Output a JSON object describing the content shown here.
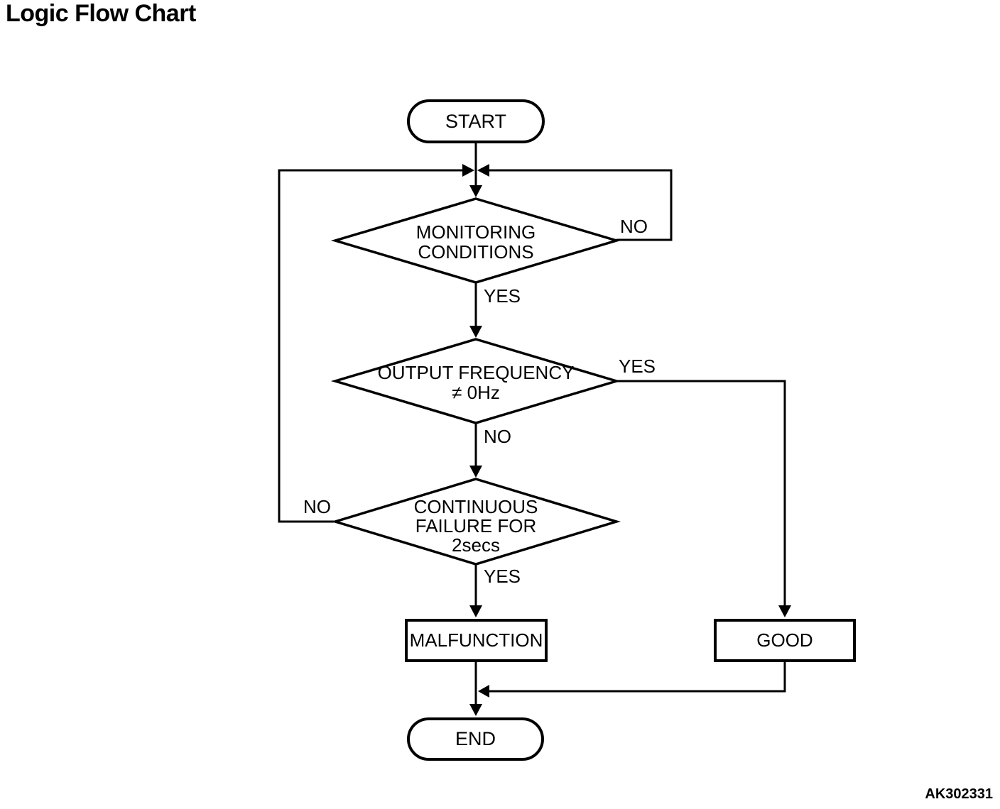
{
  "title": "Logic Flow Chart",
  "figure_code": "AK302331",
  "colors": {
    "line": "#000000",
    "background": "#ffffff",
    "text": "#000000"
  },
  "nodes": {
    "start": {
      "label": "START",
      "type": "terminal"
    },
    "monitoring_conditions": {
      "lines": [
        "MONITORING",
        "CONDITIONS"
      ],
      "type": "decision"
    },
    "output_frequency": {
      "lines": [
        "OUTPUT FREQUENCY",
        "≠ 0Hz"
      ],
      "type": "decision"
    },
    "continuous_failure": {
      "lines": [
        "CONTINUOUS",
        "FAILURE FOR",
        "2secs"
      ],
      "type": "decision"
    },
    "malfunction": {
      "label": "MALFUNCTION",
      "type": "process"
    },
    "good": {
      "label": "GOOD",
      "type": "process"
    },
    "end": {
      "label": "END",
      "type": "terminal"
    }
  },
  "edge_labels": {
    "monitoring_no": "NO",
    "monitoring_yes": "YES",
    "output_frequency_yes": "YES",
    "output_frequency_no": "NO",
    "continuous_failure_no": "NO",
    "continuous_failure_yes": "YES"
  },
  "connections": [
    {
      "from": "START",
      "to": "MONITORING CONDITIONS",
      "label": ""
    },
    {
      "from": "MONITORING CONDITIONS",
      "to": "loop back to junction above MONITORING CONDITIONS",
      "label": "NO"
    },
    {
      "from": "MONITORING CONDITIONS",
      "to": "OUTPUT FREQUENCY ≠ 0Hz",
      "label": "YES"
    },
    {
      "from": "OUTPUT FREQUENCY ≠ 0Hz",
      "to": "GOOD",
      "label": "YES"
    },
    {
      "from": "OUTPUT FREQUENCY ≠ 0Hz",
      "to": "CONTINUOUS FAILURE FOR 2secs",
      "label": "NO"
    },
    {
      "from": "CONTINUOUS FAILURE FOR 2secs",
      "to": "loop back to junction above MONITORING CONDITIONS",
      "label": "NO"
    },
    {
      "from": "CONTINUOUS FAILURE FOR 2secs",
      "to": "MALFUNCTION",
      "label": "YES"
    },
    {
      "from": "MALFUNCTION",
      "to": "END",
      "label": ""
    },
    {
      "from": "GOOD",
      "to": "END",
      "label": ""
    }
  ]
}
